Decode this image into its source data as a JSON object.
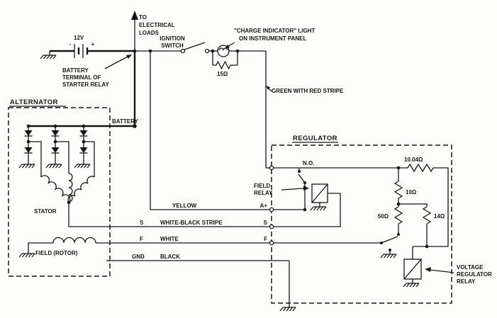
{
  "diagram": {
    "ink_color": "#161616",
    "top": {
      "loads": [
        "TO",
        "ELECTRICAL",
        "LOADS"
      ],
      "battery_voltage": "12V",
      "minus": "-",
      "plus": "+",
      "battery_terminal": [
        "BATTERY",
        "TERMINAL OF",
        "STARTER RELAY"
      ],
      "ignition": [
        "IGNITION",
        "SWITCH"
      ],
      "charge_light": [
        "\"CHARGE INDICATOR\" LIGHT",
        "ON INSTRUMENT PANEL"
      ],
      "resistor_15": "15Ω",
      "green_wire": "GREEN WITH RED STRIPE"
    },
    "alternator": {
      "title": "ALTERNATOR",
      "battery_label": "BATTERY",
      "stator": "STATOR",
      "field_rotor": "FIELD (ROTOR)",
      "term_s": "S",
      "term_f": "F",
      "term_gnd": "GND"
    },
    "wires": {
      "yellow": "YELLOW",
      "white_black": "WHITE-BLACK STRIPE",
      "white": "WHITE",
      "black": "BLACK"
    },
    "regulator": {
      "title": "REGULATOR",
      "term_a": "A+",
      "term_s": "S",
      "term_f": "F",
      "no_contact": "N.O.",
      "field_relay": [
        "FIELD",
        "RELAY"
      ],
      "r_1004": "10.04Ω",
      "r_10": "10Ω",
      "r_50": "50Ω",
      "r_14": "14Ω",
      "vr_relay": [
        "VOLTAGE",
        "REGULATOR",
        "RELAY"
      ]
    }
  }
}
